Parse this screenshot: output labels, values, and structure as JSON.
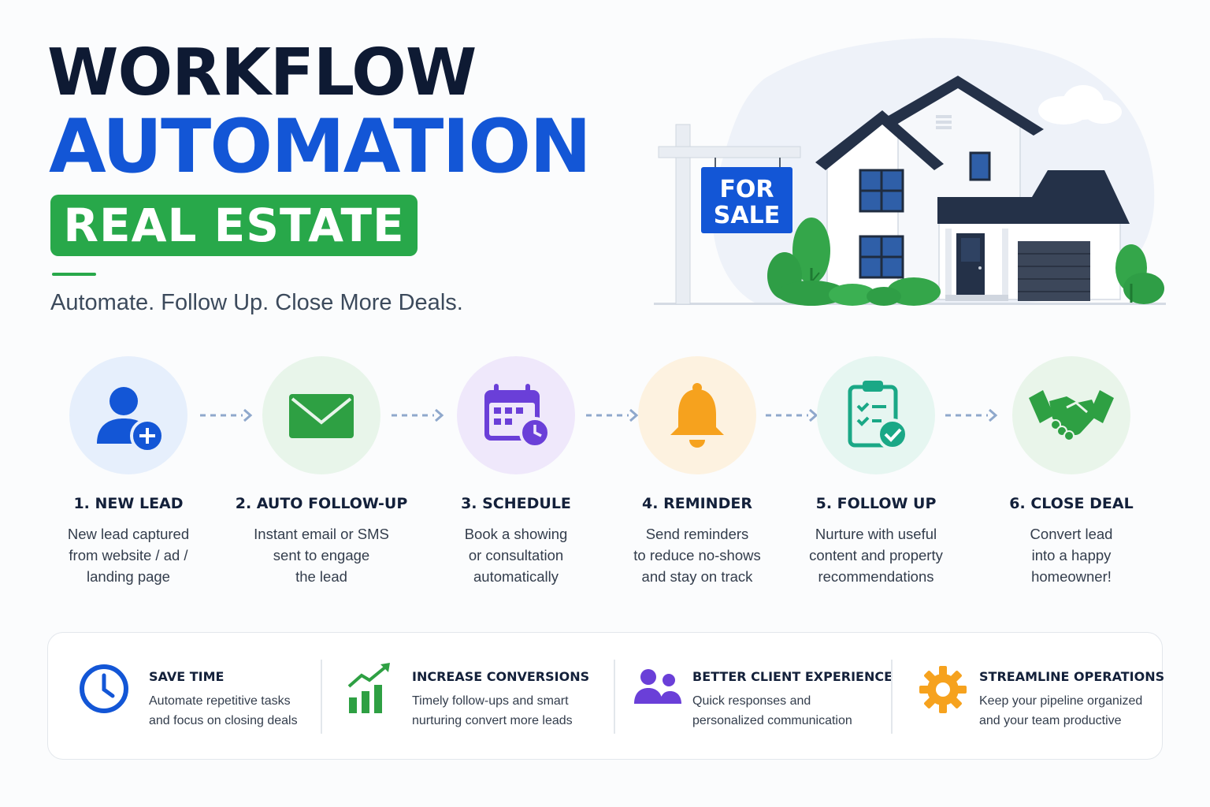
{
  "header": {
    "title_line1": "WORKFLOW",
    "title_line2": "AUTOMATION",
    "badge": "REAL ESTATE",
    "tagline": "Automate. Follow Up. Close More Deals."
  },
  "illustration": {
    "sign_line1": "FOR",
    "sign_line2": "SALE"
  },
  "steps": [
    {
      "label": "1. NEW LEAD",
      "desc": [
        "New lead captured",
        "from website / ad /",
        "landing page"
      ],
      "icon": "user-add-icon",
      "color": "#1356d6",
      "bg": "#e6effc"
    },
    {
      "label": "2. AUTO FOLLOW-UP",
      "desc": [
        "Instant email or SMS",
        "sent to engage",
        "the lead"
      ],
      "icon": "envelope-icon",
      "color": "#2ea043",
      "bg": "#e8f5ea"
    },
    {
      "label": "3. SCHEDULE",
      "desc": [
        "Book a showing",
        "or consultation",
        "automatically"
      ],
      "icon": "calendar-clock-icon",
      "color": "#6a3fd8",
      "bg": "#efe8fb"
    },
    {
      "label": "4. REMINDER",
      "desc": [
        "Send reminders",
        "to reduce no-shows",
        "and stay on track"
      ],
      "icon": "bell-icon",
      "color": "#f6a21e",
      "bg": "#fdf2e0"
    },
    {
      "label": "5. FOLLOW UP",
      "desc": [
        "Nurture with useful",
        "content and property",
        "recommendations"
      ],
      "icon": "clipboard-check-icon",
      "color": "#1aa886",
      "bg": "#e6f6f1"
    },
    {
      "label": "6. CLOSE DEAL",
      "desc": [
        "Convert lead",
        "into a happy",
        "homeowner!"
      ],
      "icon": "handshake-icon",
      "color": "#2ea043",
      "bg": "#e9f5ea"
    }
  ],
  "benefits": [
    {
      "title": "SAVE TIME",
      "desc": [
        "Automate repetitive tasks",
        "and focus on closing deals"
      ],
      "icon": "clock-icon",
      "color": "#1356d6"
    },
    {
      "title": "INCREASE CONVERSIONS",
      "desc": [
        "Timely follow-ups and smart",
        "nurturing convert more leads"
      ],
      "icon": "growth-chart-icon",
      "color": "#2ea043"
    },
    {
      "title": "BETTER CLIENT EXPERIENCE",
      "desc": [
        "Quick responses and",
        "personalized communication"
      ],
      "icon": "users-icon",
      "color": "#6a3fd8"
    },
    {
      "title": "STREAMLINE OPERATIONS",
      "desc": [
        "Keep your pipeline organized",
        "and your team productive"
      ],
      "icon": "gear-icon",
      "color": "#f6a21e"
    }
  ],
  "colors": {
    "navy": "#0e1a33",
    "blue": "#1356d6",
    "green": "#28a84a",
    "arrow": "#8fa8cc"
  }
}
